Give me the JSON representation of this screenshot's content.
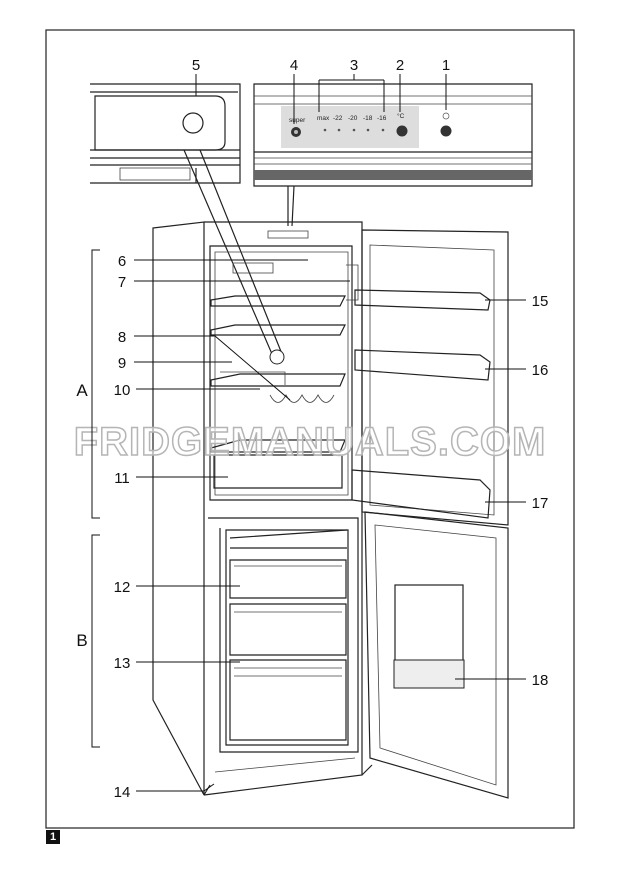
{
  "figure_number": "1",
  "watermark": "FRIDGEMANUALS.COM",
  "control_panel": {
    "super_label": "super",
    "temps": [
      "max",
      "-22",
      "-20",
      "-18",
      "-16"
    ],
    "unit": "°C"
  },
  "callouts": {
    "n1": "1",
    "n2": "2",
    "n3": "3",
    "n4": "4",
    "n5": "5",
    "n6": "6",
    "n7": "7",
    "n8": "8",
    "n9": "9",
    "n10": "10",
    "n11": "11",
    "n12": "12",
    "n13": "13",
    "n14": "14",
    "n15": "15",
    "n16": "16",
    "n17": "17",
    "n18": "18"
  },
  "sections": {
    "a": "A",
    "b": "B"
  }
}
